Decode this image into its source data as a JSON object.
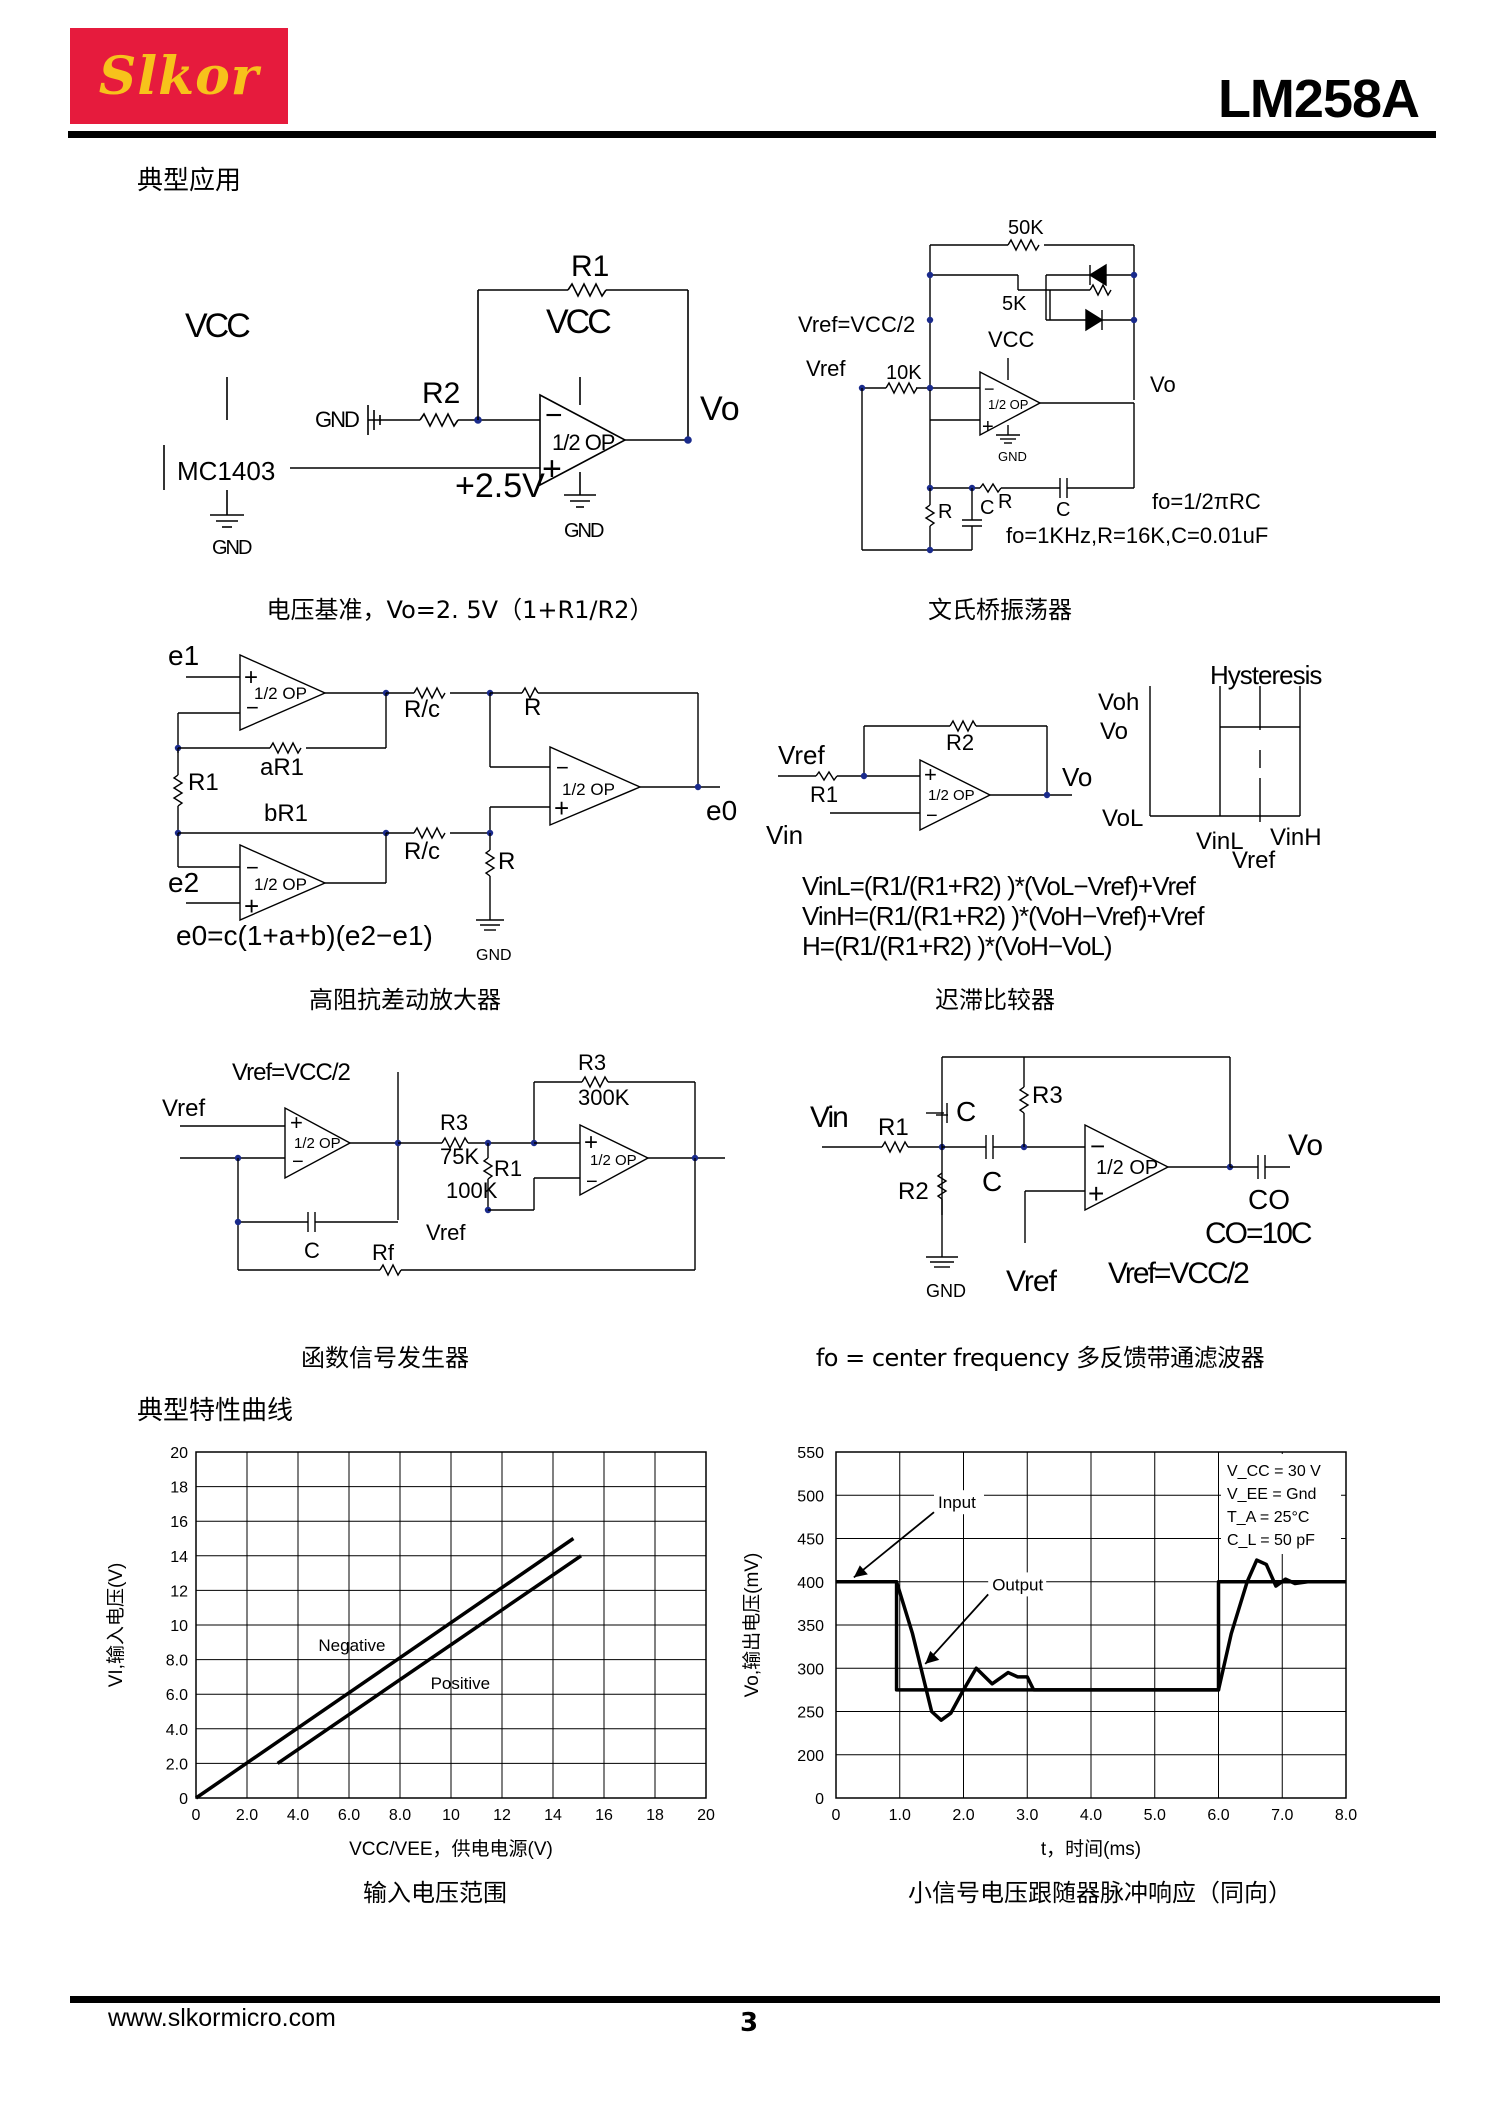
{
  "header": {
    "logo_text": "Slkor",
    "part_number": "LM258A",
    "brand_color": "#e61b3d",
    "logo_text_color": "#f7c21b"
  },
  "sections": {
    "typical_applications": "典型应用",
    "typical_curves": "典型特性曲线"
  },
  "circuits": {
    "vref_circuit": {
      "caption": "电压基准，Vo=2. 5V（1+R1/R2）",
      "labels": {
        "vcc1": "VCC",
        "vcc2": "VCC",
        "r1": "R1",
        "r2": "R2",
        "gnd1": "GND",
        "gnd2": "GND",
        "gnd3": "GND",
        "chip": "MC1403",
        "opamp": "1/2 OP",
        "vo": "Vo",
        "v25": "+2.5V",
        "minus": "−",
        "plus": "+"
      }
    },
    "wien_oscillator": {
      "caption": "文氏桥振荡器",
      "labels": {
        "r50k": "50K",
        "r5k": "5K",
        "vref_eq": "Vref=VCC/2",
        "vcc": "VCC",
        "vref": "Vref",
        "r10k": "10K",
        "opamp": "1/2 OP",
        "vo": "Vo",
        "gnd": "GND",
        "r": "R",
        "c": "C",
        "r2": "R",
        "c2": "C",
        "fo_eq": "fo=1/2πRC",
        "fo_vals": "fo=1KHz,R=16K,C=0.01uF"
      }
    },
    "diff_amp": {
      "caption": "高阻抗差动放大器",
      "labels": {
        "e1": "e1",
        "e2": "e2",
        "e0": "e0",
        "rc1": "R/c",
        "rc2": "R/c",
        "r1": "R",
        "r2": "R",
        "ar1": "aR1",
        "br1": "bR1",
        "rr1": "R1",
        "op1": "1/2 OP",
        "op2": "1/2 OP",
        "op3": "1/2 OP",
        "eq": "e0=c(1+a+b)(e2−e1)",
        "gnd": "GND"
      }
    },
    "hysteresis_comparator": {
      "caption": "迟滞比较器",
      "labels": {
        "vref": "Vref",
        "r1": "R1",
        "r2": "R2",
        "vin": "Vin",
        "vo": "Vo",
        "op": "1/2 OP",
        "hyst": "Hysteresis",
        "voh": "Voh",
        "vo2": "Vo",
        "vol": "VoL",
        "vinl": "VinL",
        "vinh": "VinH",
        "vref2": "Vref",
        "eq1": "VinL=(R1/(R1+R2) )*(VoL−Vref)+Vref",
        "eq2": "VinH=(R1/(R1+R2) )*(VoH−Vref)+Vref",
        "eq3": "H=(R1/(R1+R2) )*(VoH−VoL)"
      }
    },
    "function_generator": {
      "caption": "函数信号发生器",
      "labels": {
        "vref_eq": "Vref=VCC/2",
        "vref": "Vref",
        "op1": "1/2 OP",
        "op2": "1/2 OP",
        "r3a": "R3",
        "r3b": "R3",
        "r300k": "300K",
        "r75k": "75K",
        "r1": "R1",
        "r100k": "100K",
        "vref2": "Vref",
        "c": "C",
        "rf": "Rf"
      }
    },
    "bandpass_filter": {
      "caption": "fo = center frequency 多反馈带通滤波器",
      "labels": {
        "vin": "Vin",
        "r1": "R1",
        "c1": "C",
        "r3": "R3",
        "c2": "C",
        "r2": "R2",
        "op": "1/2 OP",
        "vo": "Vo",
        "co": "CO",
        "co_eq": "CO=10C",
        "gnd": "GND",
        "vref": "Vref",
        "vref_eq": "Vref=VCC/2"
      }
    }
  },
  "chart_data": [
    {
      "type": "line",
      "caption": "输入电压范围",
      "xlabel": "VCC/VEE，供电电源(V)",
      "ylabel": "VI,输入电压(V)",
      "xlim": [
        0,
        20
      ],
      "ylim": [
        0,
        20
      ],
      "xticks": [
        "0",
        "2.0",
        "4.0",
        "6.0",
        "8.0",
        "10",
        "12",
        "14",
        "16",
        "18",
        "20"
      ],
      "yticks": [
        "0",
        "2.0",
        "4.0",
        "6.0",
        "8.0",
        "10",
        "12",
        "14",
        "16",
        "18",
        "20"
      ],
      "series": [
        {
          "name": "Negative",
          "x": [
            0,
            14.8
          ],
          "y": [
            0,
            15
          ]
        },
        {
          "name": "Positive",
          "x": [
            3.2,
            15.1
          ],
          "y": [
            2,
            14
          ]
        }
      ],
      "grid": true
    },
    {
      "type": "line",
      "caption": "小信号电压跟随器脉冲响应（同向）",
      "xlabel": "t，时间(ms)",
      "ylabel": "Vo,输出电压(mV)",
      "xlim": [
        0,
        8
      ],
      "ylim": [
        0,
        550
      ],
      "xticks": [
        "0",
        "1.0",
        "2.0",
        "3.0",
        "4.0",
        "5.0",
        "6.0",
        "7.0",
        "8.0"
      ],
      "yticks": [
        "0",
        "200",
        "250",
        "300",
        "350",
        "400",
        "450",
        "500",
        "550"
      ],
      "annotations": [
        "Input",
        "Output"
      ],
      "conditions": [
        "V_CC = 30 V",
        "V_EE = Gnd",
        "T_A = 25°C",
        "C_L = 50 pF"
      ],
      "series": [
        {
          "name": "Input",
          "x": [
            0,
            0.95,
            0.95,
            6.0,
            6.0,
            8.0
          ],
          "y": [
            400,
            400,
            275,
            275,
            400,
            400
          ]
        },
        {
          "name": "Output",
          "x": [
            0,
            0.95,
            1.2,
            1.5,
            1.65,
            1.8,
            2.0,
            2.2,
            2.45,
            2.7,
            2.85,
            3.0,
            3.1,
            4.0,
            6.0,
            6.2,
            6.45,
            6.6,
            6.75,
            6.9,
            7.05,
            7.2,
            7.4,
            8.0
          ],
          "y": [
            400,
            400,
            340,
            250,
            240,
            248,
            275,
            300,
            282,
            295,
            290,
            290,
            275,
            275,
            275,
            340,
            400,
            425,
            420,
            395,
            403,
            398,
            400,
            400
          ]
        }
      ],
      "grid": true
    }
  ],
  "footer": {
    "url": "www.slkormicro.com",
    "page_number": "3"
  }
}
